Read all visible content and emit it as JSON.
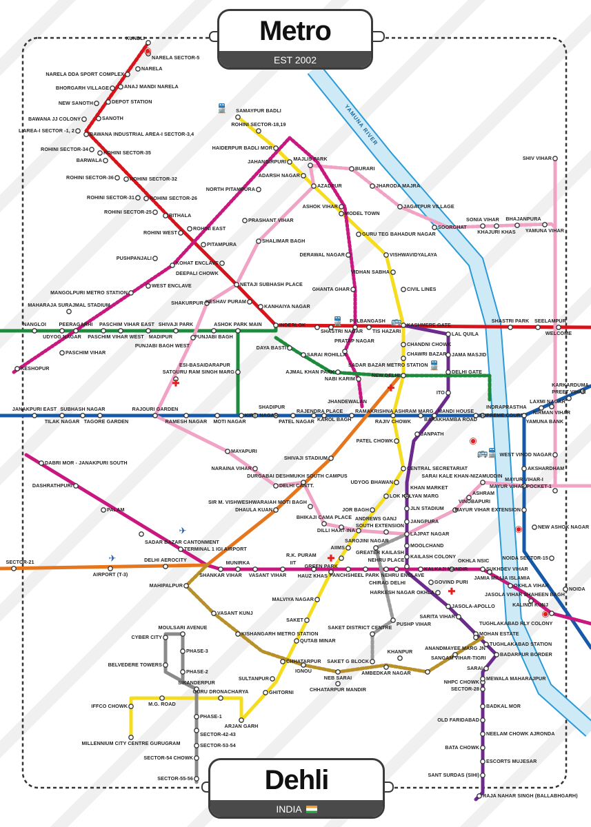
{
  "header": {
    "title": "Metro",
    "subtitle": "EST 2002"
  },
  "footer": {
    "title": "Dehli",
    "subtitle": "INDIA"
  },
  "river": {
    "label": "YAMUNA RIVER"
  },
  "lines": {
    "red": "#d7141c",
    "redext": "#d7141c",
    "yellow": "#f5dc1e",
    "blue": "#1659a8",
    "green": "#1d8a3c",
    "violet": "#6b2a8c",
    "magenta": "#c8177e",
    "pink": "#f0a3c4",
    "pinkdash": "#f0a3c4",
    "magdot": "#c8177e",
    "orange": "#e6761e",
    "grey": "#8a8a8a",
    "golden": "#b8902a",
    "silver": "#9a9a9a",
    "river": "#cfeaf7"
  },
  "stations": {
    "kundli": "KUNDLI",
    "narela5": "NARELA SECTOR-5",
    "narela": "NARELA",
    "nareladda": "NARELA DDA SPORT COMPLEX",
    "anaj": "ANAJ MANDI NARELA",
    "bhorgarh": "BHORGARH VILLAGE",
    "depot": "DEPOT STATION",
    "newsanoth": "NEW SANOTH",
    "sanoth": "SANOTH",
    "bawanajj": "BAWANA JJ COLONY",
    "bawana34": "BAWANA INDUSTRIAL AREA-I SECTOR-3,4",
    "bawana12": "L AREA-I SECTOR -1, 2",
    "r34": "ROHINI SECTOR-34",
    "r35": "ROHINI SECTOR-35",
    "barwala": "BARWALA",
    "r36": "ROHINI SECTOR-36",
    "r32": "ROHINI SECTOR-32",
    "r31": "ROHINI SECTOR-31",
    "r26": "ROHINI SECTOR-26",
    "r25": "ROHINI SECTOR-25",
    "rithala": "RITHALA",
    "rohiniwest": "ROHINI WEST",
    "rohinieast": "ROHINI EAST",
    "pitampura": "PITAMPURA",
    "kohat": "KOHAT ENCLAVE",
    "nsp": "NETAJI SUBHASH PLACE",
    "keshav": "KESHAV PURAM",
    "kanhaiya": "KANHAIYA NAGAR",
    "inderlok": "INDERLOK",
    "shastrinagar": "SHASTRI NAGAR",
    "pratap": "PRATAP NAGAR",
    "pulbangash": "PULBANGASH",
    "tishazari": "TIS HAZARI",
    "kashmere": "KASHMERE GATE",
    "shastripark": "SHASTRI PARK",
    "seelampur": "SEELAMPUR",
    "welcome": "WELCOME",
    "samaypur": "SAMAYPUR BADLI",
    "rohini1819": "ROHINI SECTOR-18,19",
    "haiderpur": "HAIDERPUR BADLI MOR",
    "jahangirpuri": "JAHANGIRPURI",
    "adarsh": "ADARSH NAGAR",
    "azadpur": "AZADPUR",
    "modeltown": "MODEL TOWN",
    "gtb": "GURU TEG BAHADUR NAGAR",
    "vishwa": "VISHWAVIDYALAYA",
    "vidhan": "VIDHAN SABHA",
    "civil": "CIVIL LINES",
    "chandni": "CHANDNI CHOWK",
    "chawri": "CHAWRI BAZAR",
    "newdelhi": "NEW DELHI",
    "rajiv": "RAJIV CHOWK",
    "patel": "PATEL CHOWK",
    "centralsec": "CENTRAL SECRETARIAT",
    "udyog": "UDYOG BHAWAN",
    "lokkalyan": "LOK KALYAN MARG",
    "jorbagh": "JOR BAGH",
    "dilli": "DILLI HAAT-INA",
    "aiims": "AIIMS",
    "greenpark": "GREEN PARK",
    "hauzkhas": "HAUZ KHAS",
    "malviya": "MALVIYA NAGAR",
    "saket": "SAKET",
    "qutab": "QUTAB MINAR",
    "chhatarpur": "CHHATARPUR",
    "sultanpur": "SULTANPUR",
    "ghitorni": "GHITORNI",
    "arjangarh": "ARJAN GARH",
    "dronacharya": "GURU DRONACHARYA",
    "sikanderpur": "SIKANDERPUR",
    "mgroad": "M.G. ROAD",
    "iffco": "IFFCO CHOWK",
    "millennium": "MILLENNIUM CITY CENTRE GURUGRAM",
    "janakpurieast": "JANAKPURI EAST",
    "tilak": "TILAK NAGAR",
    "subhash": "SUBHASH NAGAR",
    "tagore": "TAGORE GARDEN",
    "rajouri": "RAJOURI GARDEN",
    "ramesh": "RAMESH NAGAR",
    "moti": "MOTI NAGAR",
    "kirti": "KIRTI NAGAR",
    "shadipur": "SHADIPUR",
    "patelnagar": "PATEL NAGAR",
    "rajendra": "RAJENDRA PLACE",
    "karolbagh": "KAROL BAGH",
    "jhandewalan": "JHANDEWALAN",
    "rkashram": "RAMAKRISHNA ASHRAM MARG",
    "barakhamba": "BARAKHAMBA ROAD",
    "mandi": "MANDI HOUSE",
    "supreme": "SUPREME COURT",
    "indraprastha": "INDRAPRASTHA",
    "yamunabank": "YAMUNA BANK",
    "laxmi": "LAXMI NAGAR",
    "nirman": "NIRMAN VIHAR",
    "preet": "PREET VIHAR",
    "karkar": "KARKARDUMA",
    "akshardham": "AKSHARDHAM",
    "mayur1": "MAYUR VIHAR-I",
    "mayurext": "MAYUR VIHAR EXTENSION",
    "newashok": "NEW ASHOK NAGAR",
    "noida15": "NOIDA SECTOR-15",
    "noida16": "NOIDA",
    "nangloi": "NANGLOI",
    "udyognagar": "UDYOG NAGAR",
    "peeragarhi": "PEERAGARHI",
    "pvwest": "PASCHIM VIHAR WEST",
    "pveast": "PASCHIM VIHAR EAST",
    "madipur": "MADIPUR",
    "shivajipark": "SHIVAJI PARK",
    "punjabibagh": "PUNJABI BAGH",
    "ashokpark": "ASHOK PARK MAIN",
    "satguru": "SATGURU RAM SINGH MARG",
    "lalqila": "LAL QUILA",
    "jama": "JAMA MASJID",
    "delhigate": "DELHI GATE",
    "ito": "ITO",
    "janpath": "JANPATH",
    "khan": "KHAN MARKET",
    "jln": "JLN STADIUM",
    "jangpura": "JANGPURA",
    "lajpat": "LAJPAT NAGAR",
    "moolchand": "MOOLCHAND",
    "kailash": "KAILASH COLONY",
    "nehruplace": "NEHRU PLACE",
    "kalkaji": "KALKAJI MANDIR",
    "govindpuri": "GOVIND PURI",
    "harkesh": "HARKESH NAGAR OKHLA",
    "jasolaapollo": "JASOLA-APOLLO",
    "sarita": "SARITA VIHAR",
    "mohan": "MOHAN ESTATE",
    "tughlakabad": "TUGHLAKABAD STATION",
    "badarpur": "BADARPUR BORDER",
    "sarai": "SARAI",
    "nhpc": "NHPC CHOWK",
    "mewala": "MEWALA MAHARAJPUR",
    "sec28": "SECTOR-28",
    "badkal": "BADKAL MOR",
    "oldfbd": "OLD FARIDABAD",
    "neelam": "NEELAM CHOWK AJRONDA",
    "bata": "BATA CHOWK",
    "escorts": "ESCORTS MUJESAR",
    "santsurdas": "SANT SURDAS (SIHI)",
    "rajanahar": "RAJA NAHAR SINGH (BALLABHGARH)",
    "dabri": "DABRI MOR - JANAKPURI SOUTH",
    "dashrath": "DASHRATHPURI",
    "palam": "PALAM",
    "sadarcantt": "SADAR BAZAR CANTONMENT",
    "terminal1": "TERMINAL 1 IGI AIRPORT",
    "shankar": "SHANKAR VIHAR",
    "vasantvihar": "VASANT VIHAR",
    "munirka": "MUNIRKA",
    "rkpuram": "R.K. PURAM",
    "iit": "IIT",
    "panchsheel": "PANCHSHEEL PARK",
    "chirag": "CHIRAG DELHI",
    "gk1": "GREATER KAILASH",
    "nehruenclave": "NEHRU ENCLAVE",
    "okhlansic": "OKHLA NSIC",
    "sukhdev": "SUKHDEV VIHAR",
    "jamia": "JAMIA MILLIA ISLAMIA",
    "okhlavihar": "OKHLA VIHAR",
    "jasolavihar": "JASOLA VIHAR SHAHEEN BAGH",
    "kalindi": "KALINDI KUNJ",
    "t3": "AIRPORT (T-3)",
    "aerocity": "DELHI AEROCITY",
    "dhaula": "DHAULA KUAN",
    "shivaji": "SHIVAJI STADIUM",
    "sec21": "SECTOR-21",
    "majlis": "MAJLIS PARK",
    "shalimar": "SHALIMAR BAGH",
    "shakurpur": "SHAKURPUR",
    "pbwest": "PUNJABI BAGH WEST",
    "esi": "ESI-BASAIDARAPUR",
    "mayapuri": "MAYAPURI",
    "naraina": "NARAINA VIHAR",
    "delhicantt": "DELHI CANTT.",
    "durgabai": "DURGABAI DESHMUKH SOUTH CAMPUS",
    "motibagh": "SIR M. VISHWESHWARAIAH MOTI BAGH",
    "bhikaji": "BHIKAJI CAMA PLACE",
    "sarojini": "SAROJINI NAGAR",
    "southext": "SOUTH EXTENSION",
    "vinobapuri": "VINOBAPURI",
    "ashram": "ASHRAM",
    "saraikale": "SARAI KALE KHAN-NIZAMUDDIN",
    "mayurpocket": "MAYUR VIHAR POCKET-1",
    "westvinod": "WEST VINOD NAGAR",
    "shivvihar": "SHIV VIHAR",
    "burari": "BURARI",
    "jharoda": "JHARODA MAJRA",
    "jagatpur": "JAGATPUR VILLAGE",
    "surghat": "SOORGHAT",
    "sonia": "SONIA VIHAR",
    "khajuri": "KHAJURI KHAS",
    "bhajanpura": "BHAJANPURA",
    "yamunavihar": "YAMUNA VIHAR",
    "keshopur": "KESHOPUR",
    "pvihar": "PASCHIM VIHAR",
    "pushpanjali": "PUSHPANJALI",
    "deepali": "DEEPALI CHOWK",
    "mangolpuri": "MANGOLPURI METRO STATION",
    "westenclave": "WEST ENCLAVE",
    "prashant": "PRASHANT VIHAR",
    "northpitam": "NORTH PITAMPURA",
    "ashokvihar": "ASHOK VIHAR",
    "derawal": "DERAWAL NAGAR",
    "ghanta": "GHANTA GHAR",
    "sadarbazar": "SADAR BAZAR METRO STATION",
    "nabikarim": "NABI KARIM",
    "sarairohilla": "SARAI ROHILLA",
    "dayabasti": "DAYA BASTI",
    "ajmal": "AJMAL KHAN PARK",
    "maharaja": "MAHARAJA SURAJMAL STADIUM",
    "mahipalpur": "MAHIPALPUR",
    "vasantkunj": "VASANT KUNJ",
    "kishangarh": "KISHANGARH METRO STATION",
    "ignou": "IGNOU",
    "nebsarai": "NEB SARAI",
    "saketg": "SAKET G BLOCK",
    "ambedkar": "AMBEDKAR NAGAR",
    "khanpur": "KHANPUR",
    "sangam": "SANGAM VIHAR-TIGRI",
    "anandmayee": "ANANDMAYEE MARG JN",
    "tughrly": "TUGHLAKABAD RLY COLONY",
    "andrews": "ANDREWS GANJ",
    "pushp": "PUSHP VIHAR",
    "saketdc": "SAKET DISTRICT CENTRE",
    "chhatarpurmandir": "CHHATARPUR MANDIR",
    "moulsari": "MOULSARI AVENUE",
    "cybercity": "CYBER CITY",
    "phase3": "PHASE-3",
    "belvedere": "BELVEDERE TOWERS",
    "phase2": "PHASE-2",
    "phase1": "PHASE-1",
    "s4243": "SECTOR-42-43",
    "s5354": "SECTOR-53-54",
    "s54chowk": "SECTOR-54 CHOWK",
    "s5556": "SECTOR-55-56"
  }
}
